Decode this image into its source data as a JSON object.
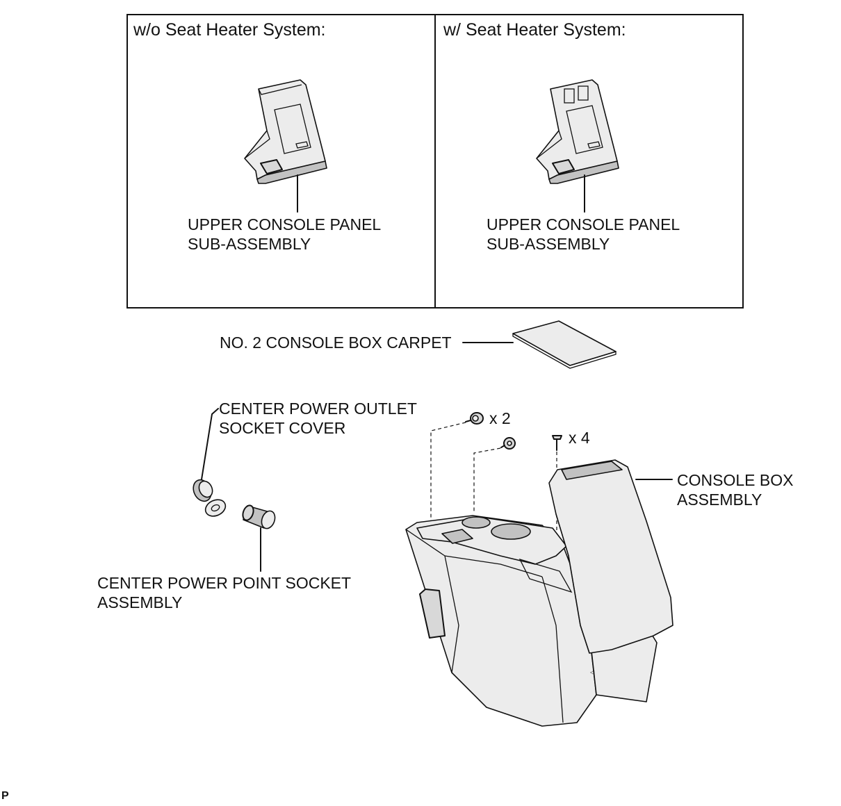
{
  "panels": [
    {
      "title": "w/o Seat Heater System:",
      "part_label": "UPPER CONSOLE PANEL\nSUB-ASSEMBLY"
    },
    {
      "title": "w/ Seat Heater System:",
      "part_label": "UPPER CONSOLE PANEL\nSUB-ASSEMBLY"
    }
  ],
  "labels": {
    "carpet": "NO. 2 CONSOLE BOX CARPET",
    "socket_cover": "CENTER POWER OUTLET\nSOCKET COVER",
    "socket_assembly": "CENTER POWER POINT SOCKET\nASSEMBLY",
    "console_box": "CONSOLE BOX\nASSEMBLY",
    "clip_qty": "x 2",
    "screw_qty": "x 4",
    "corner_mark": "P"
  }
}
